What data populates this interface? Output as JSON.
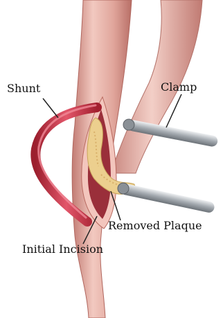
{
  "labels": {
    "shunt": "Shunt",
    "clamp": "Clamp",
    "removed_plaque": "Removed Plaque",
    "initial_incision": "Initial Incision"
  },
  "colors": {
    "artery": "#d99a92",
    "artery_light": "#f1c6bd",
    "artery_dark": "#b76b65",
    "incision_inner": "#9a2f3a",
    "plaque": "#eccf8e",
    "shunt": "#c62d3f",
    "clamp_metal": "#9aa0a6",
    "leader_line": "#222222"
  }
}
